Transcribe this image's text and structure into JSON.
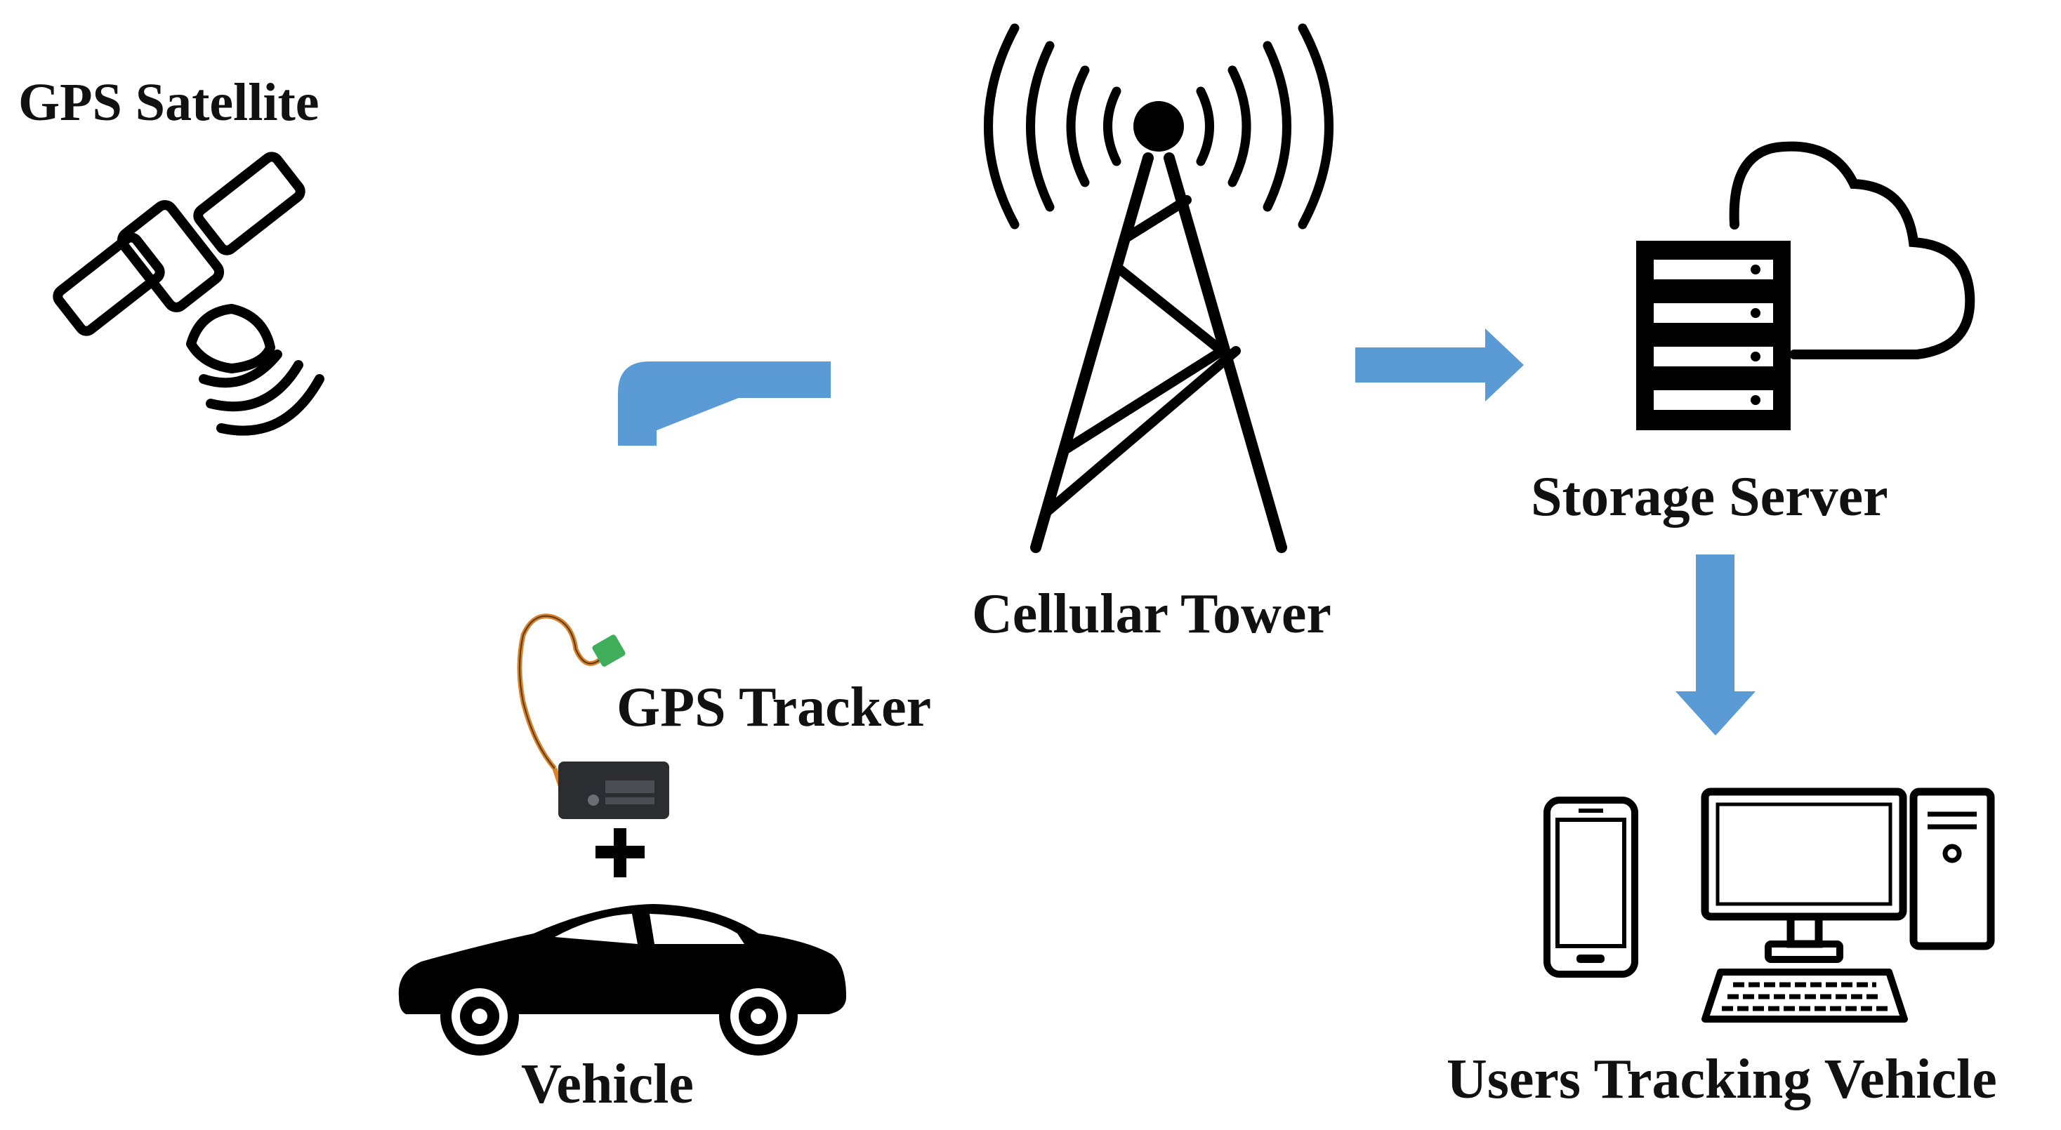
{
  "colors": {
    "arrow": "#5b9bd5",
    "icon": "#000000",
    "tracker_body": "#2b2d31",
    "connector": "#3fae5a",
    "cable": "#d9822b"
  },
  "nodes": {
    "gps_satellite": {
      "label": "GPS Satellite",
      "icon": "satellite-icon"
    },
    "cellular_tower": {
      "label": "Cellular Tower",
      "icon": "cell-tower-icon"
    },
    "storage_server": {
      "label": "Storage Server",
      "icon": "server-cloud-icon"
    },
    "gps_tracker": {
      "label": "GPS Tracker",
      "icon": "gps-tracker-icon"
    },
    "vehicle": {
      "label": "Vehicle",
      "icon": "car-icon"
    },
    "users": {
      "label": "Users Tracking Vehicle",
      "icons": [
        "smartphone-icon",
        "desktop-computer-icon"
      ]
    }
  },
  "edges": [
    {
      "from": "gps_tracker",
      "to": "cellular_tower"
    },
    {
      "from": "cellular_tower",
      "to": "storage_server"
    },
    {
      "from": "storage_server",
      "to": "users"
    }
  ]
}
